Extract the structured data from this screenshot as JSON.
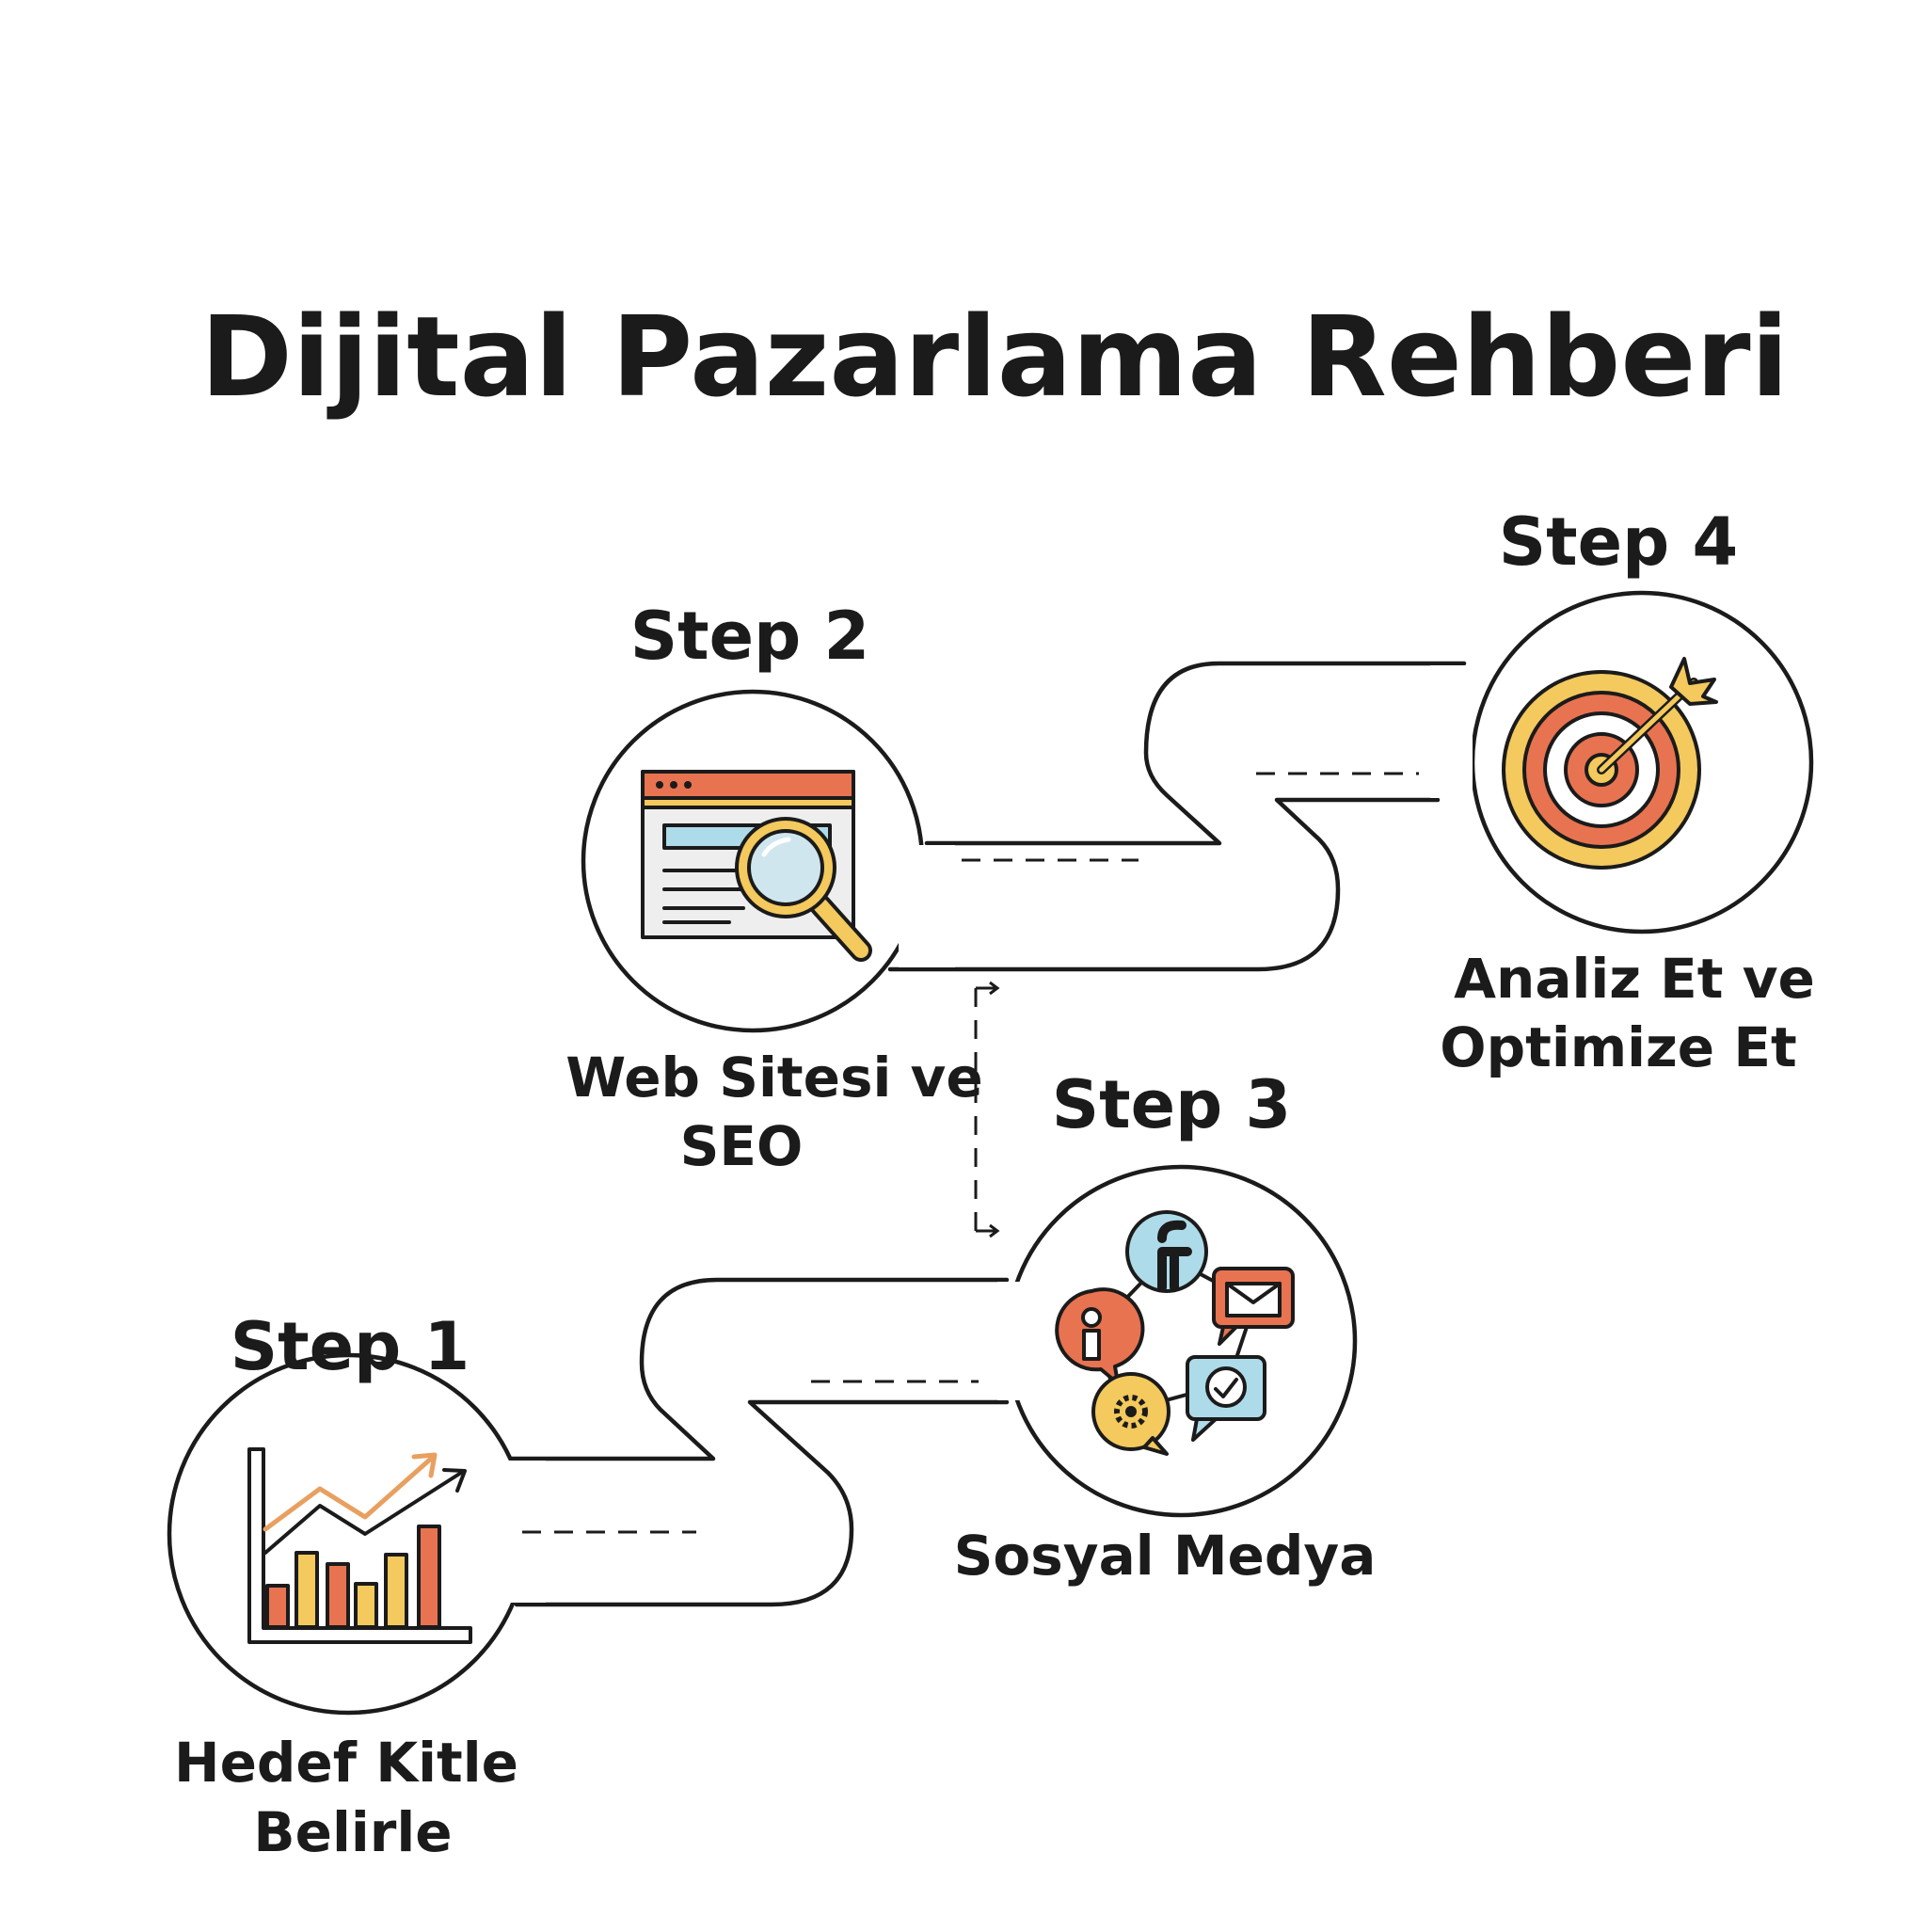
{
  "title": "Dijital Pazarlama Rehberi",
  "colors": {
    "ink": "#1b1b1b",
    "orange": "#e87350",
    "yellow": "#f4c95d",
    "light_blue": "#aedbe9",
    "gray": "#d9d9d9"
  },
  "steps": [
    {
      "label": "Step 1",
      "line1": "Hedef Kitle",
      "line2": "Belirle",
      "icon": "chart-growth-icon"
    },
    {
      "label": "Step 2",
      "line1": "Web Sitesi ve",
      "line2": "SEO",
      "icon": "website-search-icon"
    },
    {
      "label": "Step 3",
      "line1": "Sosyal Medya",
      "line2": "",
      "icon": "social-network-icon"
    },
    {
      "label": "Step 4",
      "line1": "Analiz Et ve",
      "line2": "Optimize Et",
      "icon": "target-arrow-icon"
    }
  ]
}
